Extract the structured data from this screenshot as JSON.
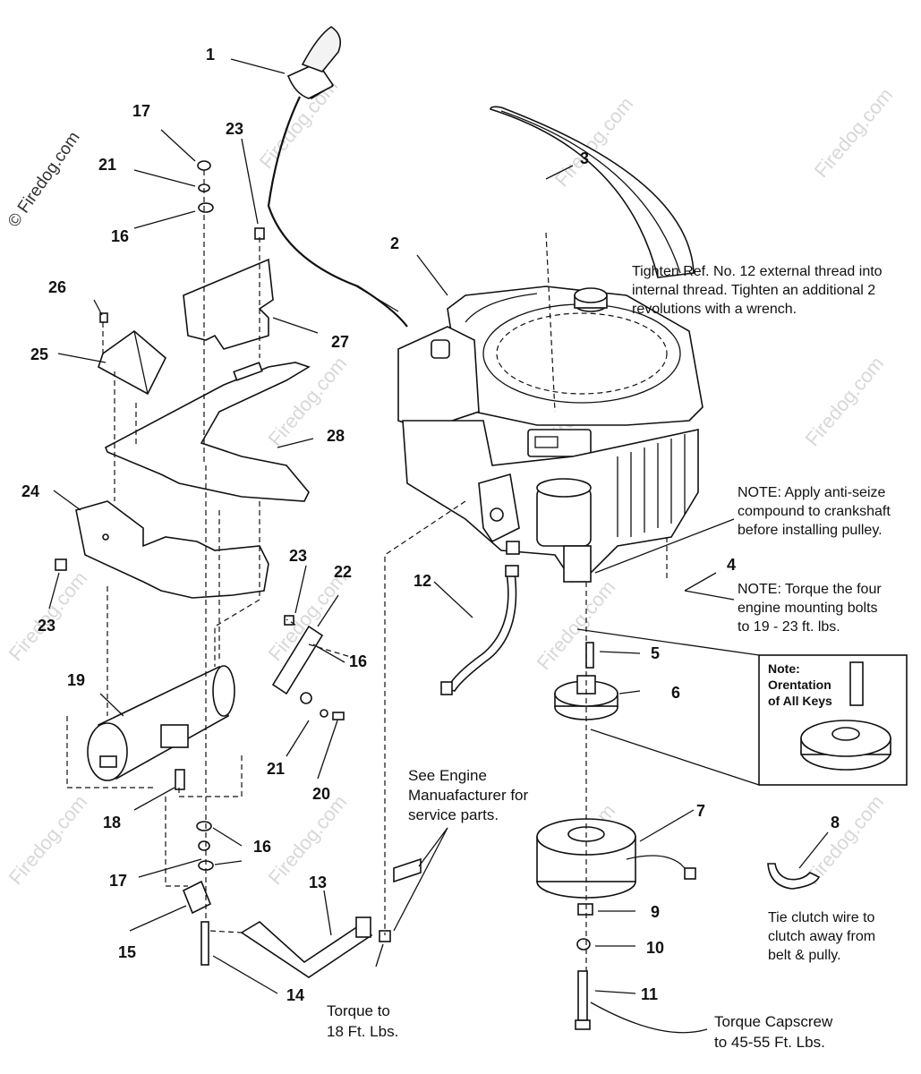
{
  "watermark": {
    "text": "© Firedog.com",
    "short_text": "Firedog.com"
  },
  "callouts": {
    "c1": "1",
    "c2": "2",
    "c3": "3",
    "c4": "4",
    "c5": "5",
    "c6": "6",
    "c7": "7",
    "c8": "8",
    "c9": "9",
    "c10": "10",
    "c11": "11",
    "c12": "12",
    "c13": "13",
    "c14": "14",
    "c15": "15",
    "c16a": "16",
    "c16b": "16",
    "c16c": "16",
    "c17a": "17",
    "c17b": "17",
    "c18": "18",
    "c19": "19",
    "c20": "20",
    "c21a": "21",
    "c21b": "21",
    "c22": "22",
    "c23a": "23",
    "c23b": "23",
    "c23c": "23",
    "c24": "24",
    "c25": "25",
    "c26": "26",
    "c27": "27",
    "c28": "28"
  },
  "notes": {
    "tighten": [
      "Tighten Ref. No. 12 external thread into",
      "internal thread. Tighten an additional 2",
      "revolutions with a wrench."
    ],
    "antiseize": [
      "NOTE: Apply anti-seize",
      "compound to crankshaft",
      "before installing pulley."
    ],
    "torque_bolts": [
      "NOTE: Torque the four",
      "engine mounting bolts",
      "to 19 - 23 ft. lbs."
    ],
    "keys_box": [
      "Note:",
      "Orentation",
      "of All Keys"
    ],
    "engine_mfr": [
      "See Engine",
      "Manuafacturer for",
      "service parts."
    ],
    "tie_clutch": [
      "Tie clutch wire to",
      "clutch away from",
      "belt & pully."
    ],
    "torque18": [
      "Torque to",
      "18 Ft. Lbs."
    ],
    "torque_capscrew": [
      "Torque Capscrew",
      "to 45-55 Ft. Lbs."
    ]
  }
}
